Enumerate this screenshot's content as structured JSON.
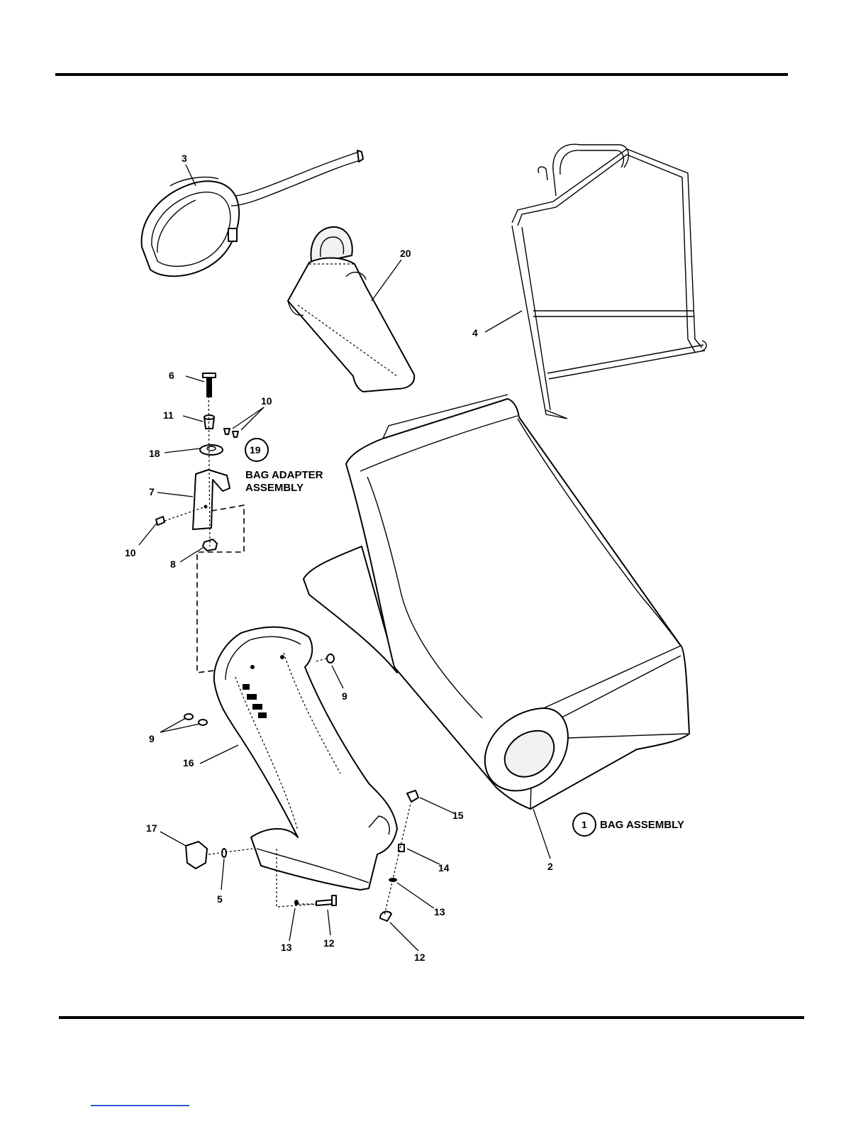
{
  "callouts": {
    "c1": "1",
    "c2": "2",
    "c3": "3",
    "c4": "4",
    "c5": "5",
    "c6": "6",
    "c7": "7",
    "c8": "8",
    "c9a": "9",
    "c9b": "9",
    "c10a": "10",
    "c10b": "10",
    "c11": "11",
    "c12a": "12",
    "c12b": "12",
    "c13a": "13",
    "c13b": "13",
    "c14": "14",
    "c15": "15",
    "c16": "16",
    "c17": "17",
    "c18": "18",
    "c19": "19",
    "c20": "20"
  },
  "assemblies": {
    "bag_adapter_line1": "BAG ADAPTER",
    "bag_adapter_line2": "ASSEMBLY",
    "bag_assembly": "BAG ASSEMBLY"
  },
  "colors": {
    "ink": "#000000",
    "link_underline": "#3355cc"
  }
}
